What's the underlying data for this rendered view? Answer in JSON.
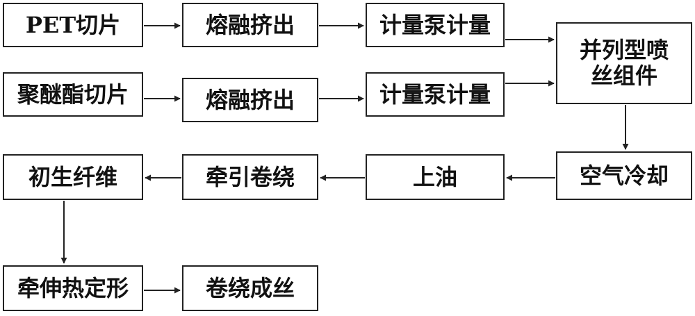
{
  "flowchart": {
    "pet_chip": "PET切片",
    "melt_extrude_1": "熔融挤出",
    "meter_pump_1": "计量泵计量",
    "polyether_ester_chip": "聚醚酯切片",
    "melt_extrude_2": "熔融挤出",
    "meter_pump_2": "计量泵计量",
    "spinneret_line1": "并列型喷",
    "spinneret_line2": "丝组件",
    "air_cooling": "空气冷却",
    "oiling": "上油",
    "draw_winding": "牵引卷绕",
    "as_spun_fiber": "初生纤维",
    "draw_heat_set": "牵伸热定形",
    "wind_to_yarn": "卷绕成丝"
  }
}
